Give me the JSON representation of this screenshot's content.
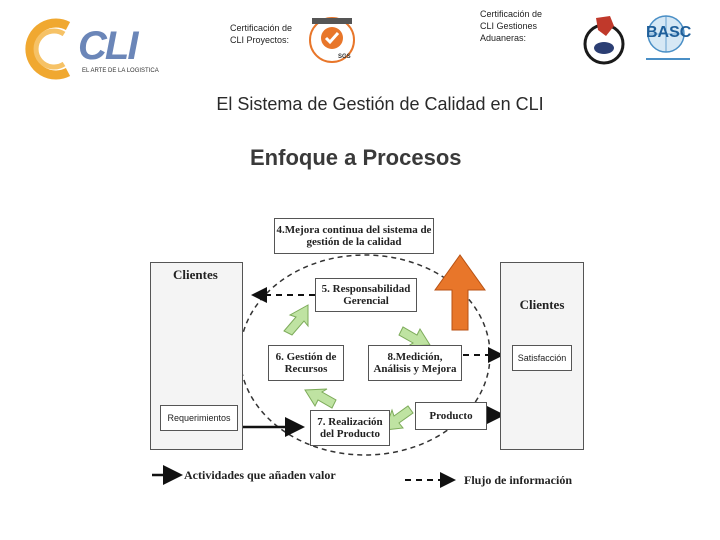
{
  "header": {
    "logo_text": "CLI",
    "logo_subtitle": "EL ARTE DE LA LOGISTICA",
    "cert_proyectos": "Certificación de CLI Proyectos:",
    "cert_aduaneras": "Certificación de CLI Gestiones Aduaneras:",
    "sgs_label": "SGS",
    "basc_label": "BASC"
  },
  "slide_title": "El Sistema de Gestión de Calidad en CLI",
  "diagram": {
    "title": "Enfoque a Procesos",
    "clients_left": "Clientes",
    "requirements": "Requerimientos",
    "clients_right": "Clientes",
    "satisfaction": "Satisfacción",
    "process_4": "4.Mejora continua del sistema de gestión de la calidad",
    "process_5": "5. Responsabilidad Gerencial",
    "process_6": "6. Gestión de Recursos",
    "process_7": "7. Realización del Producto",
    "process_8": "8.Medición, Análisis y Mejora",
    "product": "Producto",
    "legend_value": "Actividades que añaden valor",
    "legend_info": "Flujo de información"
  },
  "colors": {
    "orange": "#e8762a",
    "logo_blue": "#1f4e8c",
    "logo_orange": "#f0a830",
    "green_arrow": "#bfe3a2"
  }
}
